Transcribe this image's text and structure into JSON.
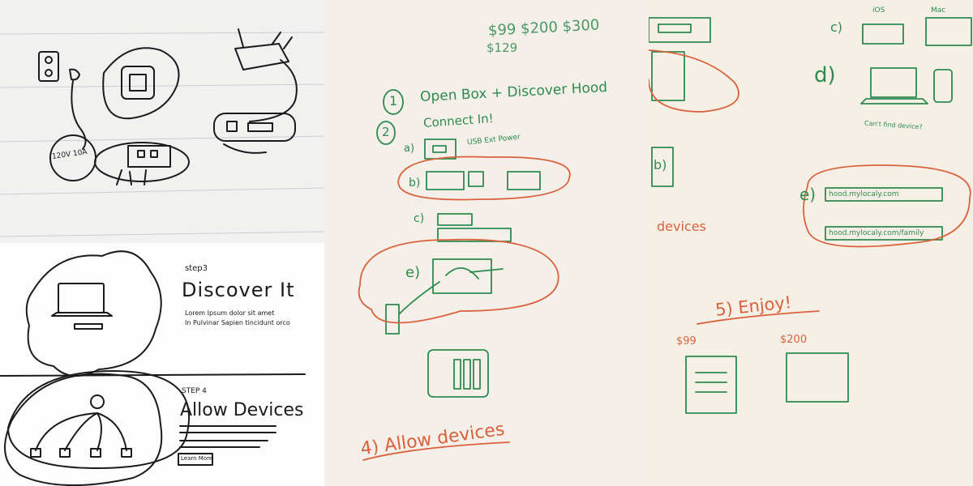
{
  "notebook": {
    "outlet_text": "120V 10A"
  },
  "paper_sketch": {
    "step3_label": "step3",
    "step3_title": "Discover It",
    "step3_body_line1": "Lorem Ipsum dolor sit amet",
    "step3_body_line2": "In Pulvinar Sapien tincidunt orco",
    "step4_label": "STEP 4",
    "step4_title": "Allow Devices",
    "step4_button": "Learn More"
  },
  "whiteboard_a": {
    "prices_line1": "$99  $200  $300",
    "prices_line2": "$129",
    "step1_num": "1",
    "step1_text": "Open Box + Discover Hood",
    "step2_num": "2",
    "step2_text": "Connect In!",
    "sub_a": "a)",
    "sub_b": "b)",
    "sub_c": "c)",
    "sub_e": "e)",
    "usb_note": "USB Ext Power",
    "step4_text": "4)  Allow devices"
  },
  "whiteboard_b": {
    "sub_b": "b)",
    "sub_c": "c)",
    "sub_d": "d)",
    "sub_e": "e)",
    "devices_label": "devices",
    "url_1": "hood.mylocaly.com",
    "url_2": "hood.mylocaly.com/family",
    "label_ios": "iOS",
    "label_mac": "Mac",
    "note_find": "Can't find device?",
    "step5_text": "5)  Enjoy!",
    "price_99": "$99",
    "price_200": "$200"
  }
}
